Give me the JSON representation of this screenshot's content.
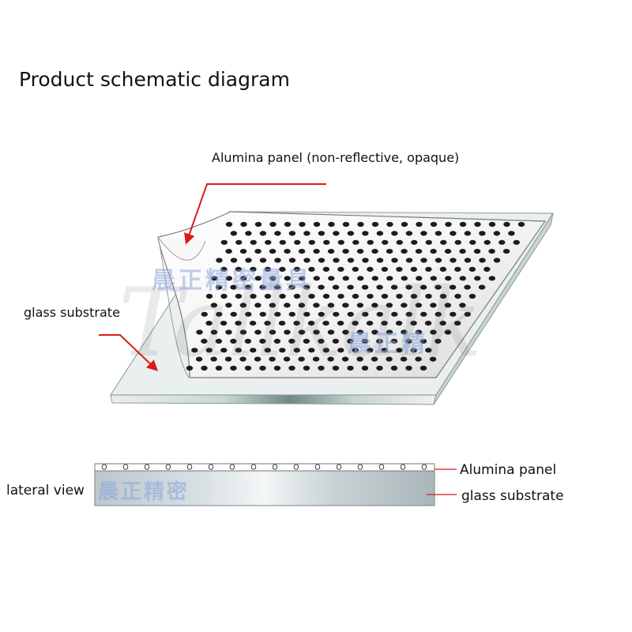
{
  "title": "Product schematic diagram",
  "perspective": {
    "alumina_label": "Alumina panel (non-reflective, opaque)",
    "glass_label": "glass substrate"
  },
  "lateral": {
    "view_label": "lateral view",
    "alumina_label": "Alumina panel",
    "glass_label": "glass substrate"
  },
  "watermarks": {
    "script_text": "Tallkalk",
    "cjk_text_1": "晨正精密量具",
    "cjk_text_2": "晨正精",
    "cjk_text_3": "晨正精密"
  },
  "colors": {
    "arrow": "#e01818",
    "hole": "#1c1c1c",
    "watermark_blue": "#8ea8dd"
  }
}
